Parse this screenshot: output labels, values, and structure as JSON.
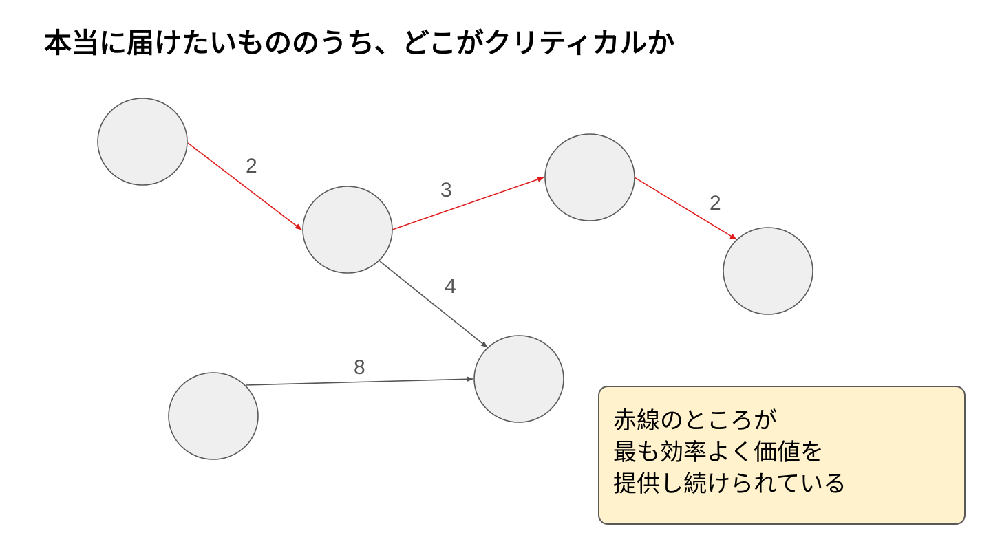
{
  "title": "本当に届けたいもののうち、どこがクリティカルか",
  "colors": {
    "node_fill": "#efefef",
    "node_stroke": "#595959",
    "critical_edge": "#e01b1b",
    "normal_edge": "#555555",
    "label": "#555555",
    "note_fill": "#fff2cc"
  },
  "nodes": [
    {
      "id": "n1"
    },
    {
      "id": "n2"
    },
    {
      "id": "n3"
    },
    {
      "id": "n4"
    },
    {
      "id": "n5"
    },
    {
      "id": "n6"
    }
  ],
  "edges": [
    {
      "from": "n1",
      "to": "n2",
      "weight": "2",
      "critical": true
    },
    {
      "from": "n2",
      "to": "n3",
      "weight": "3",
      "critical": true
    },
    {
      "from": "n3",
      "to": "n4",
      "weight": "2",
      "critical": true
    },
    {
      "from": "n2",
      "to": "n5",
      "weight": "4",
      "critical": false
    },
    {
      "from": "n6",
      "to": "n5",
      "weight": "8",
      "critical": false
    }
  ],
  "note": {
    "lines": [
      "赤線のところが",
      "最も効率よく価値を",
      "提供し続けられている"
    ]
  }
}
